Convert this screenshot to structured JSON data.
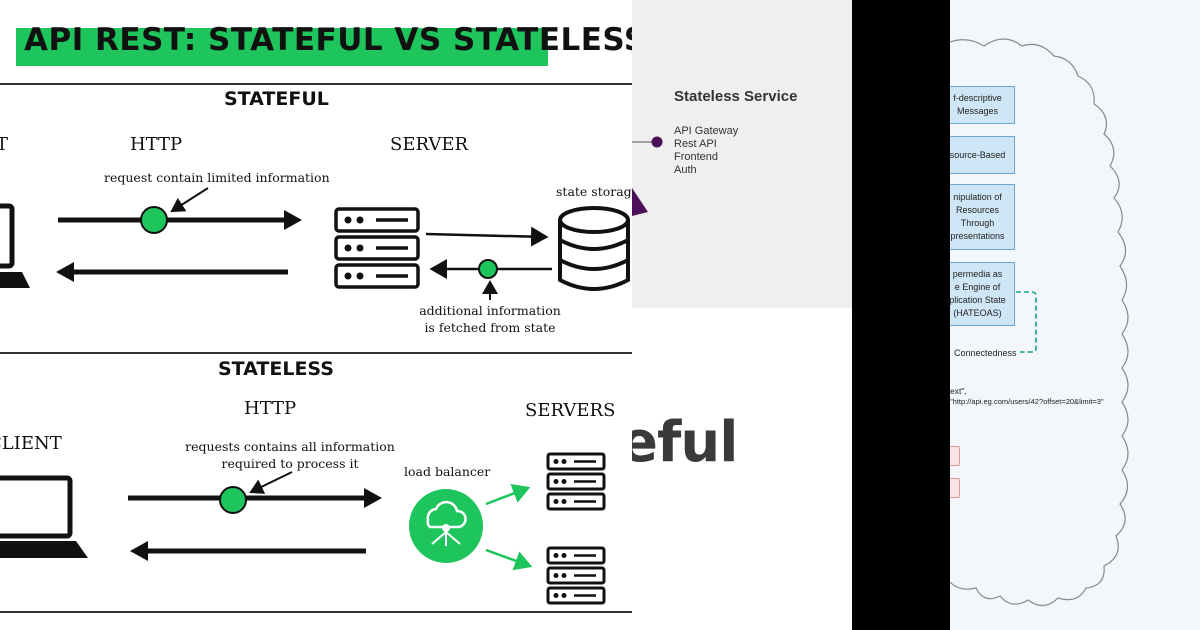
{
  "left_panel": {
    "title": "API REST: STATEFUL VS STATELESS",
    "stateful": {
      "heading": "STATEFUL",
      "client_fragment": "T",
      "http_label": "HTTP",
      "server_label": "SERVER",
      "request_note": "request contain limited information",
      "storage_label": "state storage",
      "additional_note_1": "additional information",
      "additional_note_2": "is fetched from state"
    },
    "stateless": {
      "heading": "STATELESS",
      "http_label": "HTTP",
      "servers_label": "SERVERS",
      "client_label": "CLIENT",
      "request_note_1": "requests contains all information",
      "request_note_2": "required to process it",
      "lb_label": "load balancer"
    }
  },
  "middle_panel": {
    "service_title": "Stateless Service",
    "service_items": [
      "API Gateway",
      "Rest API",
      "Frontend",
      "Auth"
    ],
    "big_word": "eful"
  },
  "right_panel": {
    "boxes": [
      {
        "line1": "f-descriptive",
        "line2": "Messages"
      },
      {
        "line1": "source-Based"
      },
      {
        "line1": "nipulation of",
        "line2": "Resources",
        "line3": "Through",
        "line4": "presentations"
      },
      {
        "line1": "permedia as",
        "line2": "e Engine of",
        "line3": "plication State",
        "line4": "(HATEOAS)"
      }
    ],
    "connectedness": "Connectedness",
    "code_line_1": "ext\",",
    "code_line_2": "\"http://api.eg.com/users/42?offset=20&limit=3\""
  },
  "colors": {
    "accent_green": "#1dc55c",
    "dark_purple": "#4b1158",
    "box_fill": "#cfe6f6",
    "box_border": "#6aa7d3",
    "teal_dashed": "#1aa38a"
  }
}
